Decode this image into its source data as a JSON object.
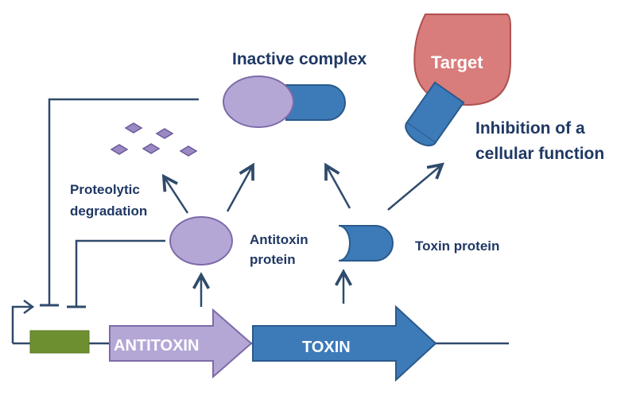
{
  "labels": {
    "inactive_complex": "Inactive complex",
    "target": "Target",
    "inhibition_line1": "Inhibition of a",
    "inhibition_line2": "cellular function",
    "proteolytic_line1": "Proteolytic",
    "proteolytic_line2": "degradation",
    "antitoxin_protein_line1": "Antitoxin",
    "antitoxin_protein_line2": "protein",
    "toxin_protein": "Toxin protein",
    "antitoxin_gene": "ANTITOXIN",
    "toxin_gene": "TOXIN"
  },
  "colors": {
    "antitoxin_fill": "#b4a7d6",
    "antitoxin_stroke": "#7e6aa8",
    "toxin_fill": "#3d7ab8",
    "toxin_stroke": "#2a5a8c",
    "target_fill": "#d97c7c",
    "target_stroke": "#b05050",
    "promoter_fill": "#6e8f2f",
    "arrow_color": "#2f4a6b",
    "label_color": "#1f3864"
  }
}
